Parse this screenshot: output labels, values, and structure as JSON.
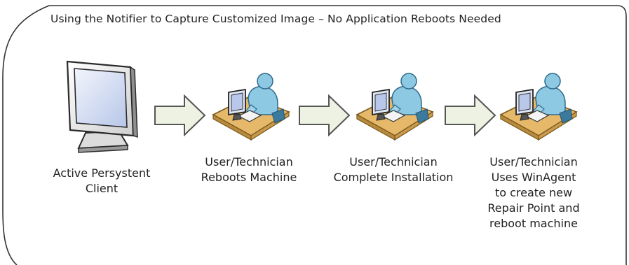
{
  "title": "Using the Notifier  to Capture Customized Image – No Application Reboots Needed",
  "steps": [
    {
      "icon": "client-monitor-icon",
      "lines": [
        "Active Persystent",
        "Client"
      ]
    },
    {
      "icon": "technician-workstation-icon",
      "lines": [
        "User/Technician",
        "Reboots Machine"
      ]
    },
    {
      "icon": "technician-workstation-icon",
      "lines": [
        "User/Technician",
        "Complete Installation"
      ]
    },
    {
      "icon": "technician-workstation-icon",
      "lines": [
        "User/Technician",
        "Uses WinAgent",
        "to create new",
        "Repair Point and",
        "reboot machine"
      ]
    }
  ],
  "colors": {
    "frame": "#333333",
    "arrow_fill": "#eef2e2",
    "arrow_stroke": "#555555",
    "desk": "#e6b86a",
    "person": "#8ec9e4",
    "monitor_screen": "#c7d3ee"
  }
}
